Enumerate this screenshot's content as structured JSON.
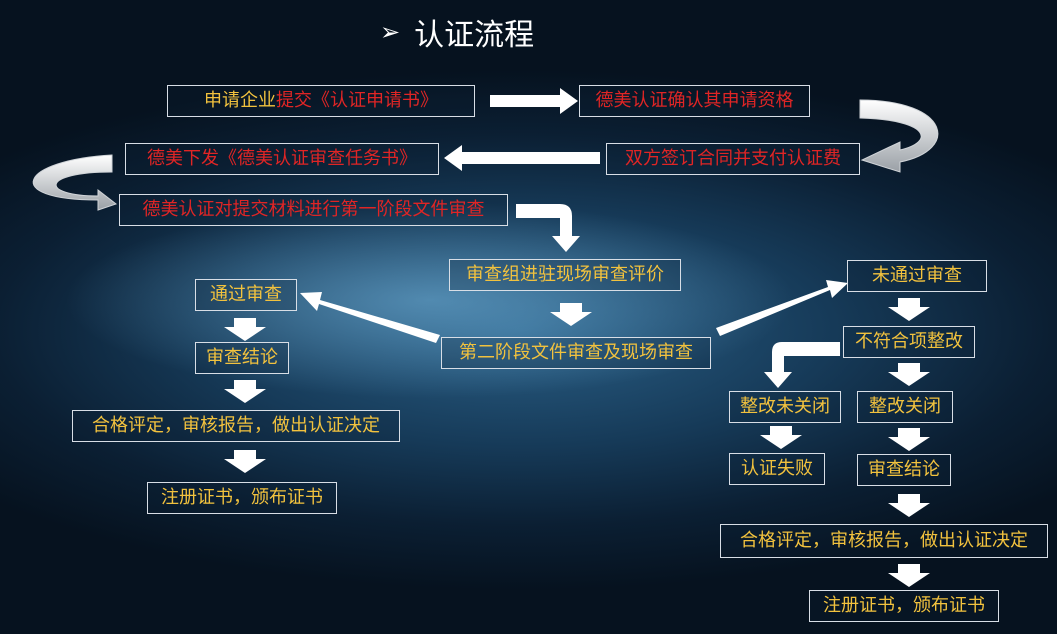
{
  "title": "认证流程",
  "nodes": {
    "apply_prefix": "申请企业",
    "apply_suffix": "提交《认证申请书》",
    "confirm": "德美认证确认其申请资格",
    "contract": "双方签订合同并支付认证费",
    "issue_task": "德美下发《德美认证审查任务书》",
    "stage1": "德美认证对提交材料进行第一阶段文件审查",
    "onsite": "审查组进驻现场审查评价",
    "stage2": "第二阶段文件审查及现场审查",
    "pass": "通过审查",
    "pass_conclusion": "审查结论",
    "pass_evaluation": "合格评定，审核报告，做出认证决定",
    "pass_register": "注册证书，颁布证书",
    "fail": "未通过审查",
    "nonconform": "不符合项整改",
    "not_closed": "整改未关闭",
    "closed": "整改关闭",
    "cert_fail": "认证失败",
    "fail_conclusion": "审查结论",
    "fail_evaluation": "合格评定，审核报告，做出认证决定",
    "fail_register": "注册证书，颁布证书"
  }
}
